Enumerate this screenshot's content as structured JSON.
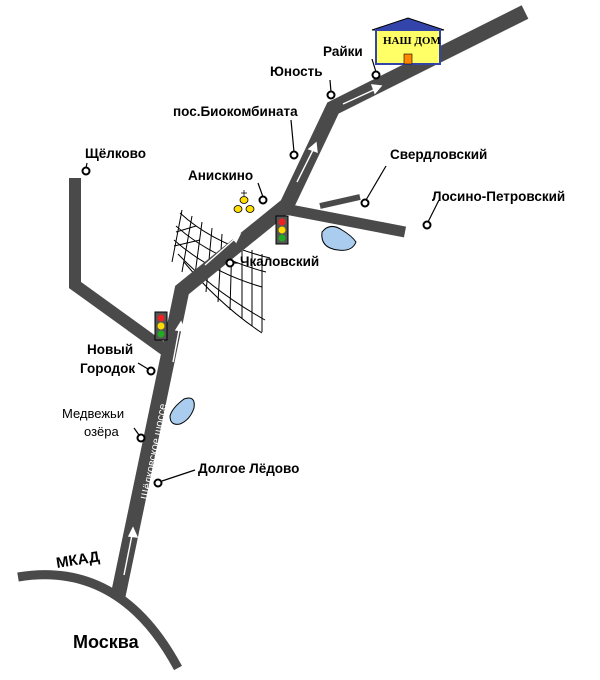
{
  "house": {
    "label": "НАШ ДОМ",
    "wall_color": "#ffff66",
    "roof_color": "#3344aa"
  },
  "labels": {
    "mkad": "МКАД",
    "moscow": "Москва",
    "highway": "Щёлковское шоссе",
    "raiki": "Райки",
    "yunost": "Юность",
    "bio": "пос.Биокомбината",
    "schelkovo": "Щёлково",
    "aniskino": "Анискино",
    "sverdlovsky": "Свердловский",
    "losino": "Лосино-Петровский",
    "chkalovsky": "Чкаловский",
    "novy_line1": "Новый",
    "novy_line2": "Городок",
    "medv_line1": "Медвежьи",
    "medv_line2": "озёра",
    "dolgoe": "Долгое Лёдово"
  },
  "colors": {
    "road": "#4a4a4a",
    "water": "#aaccee"
  },
  "icons": [
    "house-icon",
    "traffic-light-icon",
    "church-icon",
    "lake-icon",
    "railway-icon",
    "direction-arrow-icon"
  ]
}
